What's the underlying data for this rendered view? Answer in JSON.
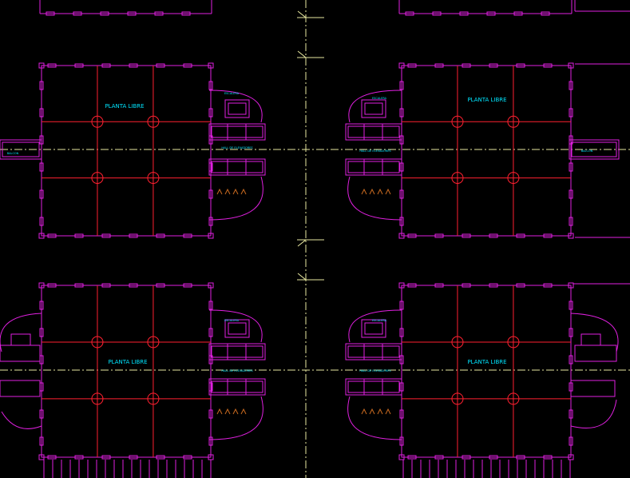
{
  "canvas": {
    "background": "#000000"
  },
  "colors": {
    "wall": "#e020e0",
    "grid": "#ff2030",
    "axis": "#e8e8a0",
    "text": "#00e5ff",
    "stair": "#c86a20",
    "column": "#ff2030"
  },
  "labels": {
    "planta_libre": "PLANTA LIBRE",
    "core_small": "ESCALERA",
    "lobby_small": "HALL DE ELEVADORES",
    "side_small": "BALCON"
  },
  "view": {
    "type": "architectural floor plan",
    "modules": 4
  }
}
